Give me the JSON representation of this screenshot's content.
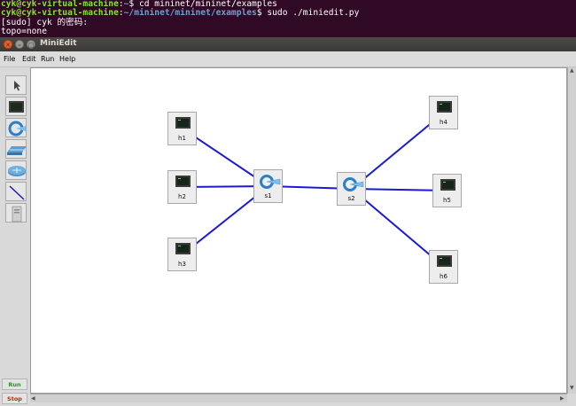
{
  "terminal": {
    "line1": {
      "user": "cyk@cyk-virtual-machine",
      "sep": ":",
      "path": "~",
      "cmd": "$ cd mininet/mininet/examples"
    },
    "line2": {
      "user": "cyk@cyk-virtual-machine",
      "sep": ":",
      "path": "~/mininet/mininet/examples",
      "cmd": "$ sudo ./miniedit.py"
    },
    "line3": "[sudo] cyk 的密码:",
    "line4": "topo=none"
  },
  "window": {
    "title": "MiniEdit",
    "menu": [
      "File",
      "Edit",
      "Run",
      "Help"
    ]
  },
  "toolbar": {
    "tools": [
      "select-tool",
      "host-tool",
      "switch-tool",
      "legacy-switch-tool",
      "legacy-router-tool",
      "link-tool",
      "controller-tool"
    ],
    "run_label": "Run",
    "stop_label": "Stop"
  },
  "colors": {
    "link": "#1a1ad0",
    "run": "#2e8b2e",
    "stop": "#cc2200",
    "terminal_bg": "#300a24"
  },
  "topology": {
    "hosts": [
      "h1",
      "h2",
      "h3",
      "h4",
      "h5",
      "h6"
    ],
    "switches": [
      "s1",
      "s2"
    ]
  }
}
